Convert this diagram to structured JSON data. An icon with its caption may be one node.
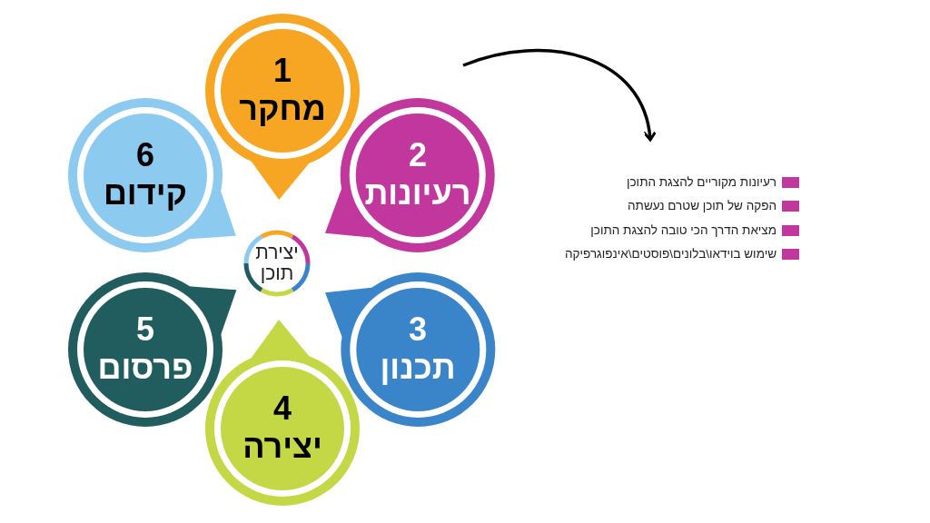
{
  "diagram": {
    "nodes": [
      {
        "text": [
          "יצירת תוכן"
        ]
      },
      {
        "text": [
          "1",
          "מחקר"
        ]
      },
      {
        "text": [
          "2",
          "רעיונות"
        ]
      },
      {
        "text": [
          "3",
          "תכנון"
        ]
      },
      {
        "text": [
          "4",
          "יצירה"
        ]
      },
      {
        "text": [
          "5",
          "פרסום"
        ]
      },
      {
        "text": [
          "6",
          "קידום"
        ]
      }
    ],
    "labels": [
      "רעיונות מקוריים להצגת התוכן",
      "הפקה של תוכן שטרם נעשתה",
      "מציאת הדרך הכי טובה להצגת התוכן",
      "שימוש בוידאו\\בלונים\\פוסטים\\אינפוגרפיקה"
    ]
  }
}
